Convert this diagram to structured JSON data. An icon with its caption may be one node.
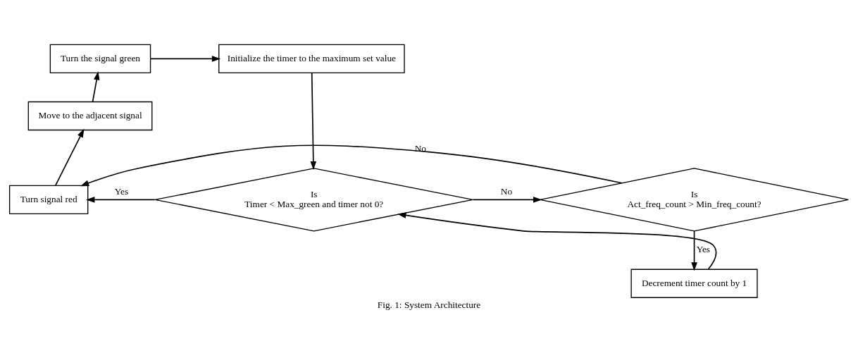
{
  "diagram": {
    "caption": "Fig. 1: System Architecture",
    "nodes": [
      {
        "text": [
          "Turn the signal green"
        ]
      },
      {
        "text": [
          "Initialize the timer to the maximum set value"
        ]
      },
      {
        "text": [
          "Move to the adjacent signal"
        ]
      },
      {
        "text": [
          "Turn signal red"
        ]
      },
      {
        "text": [
          "Is",
          "Timer < Max_green and timer not 0?"
        ]
      },
      {
        "text": [
          "Is",
          "Act_freq_count > Min_freq_count?"
        ]
      },
      {
        "text": [
          "Decrement timer count by 1"
        ]
      }
    ],
    "edges": [
      {
        "from": 0,
        "to": 1,
        "arrow": "to"
      },
      {
        "from": 1,
        "to": 4,
        "arrow": "to"
      },
      {
        "from": 4,
        "to": 3,
        "arrow": "to",
        "label": "Yes"
      },
      {
        "from": 4,
        "to": 5,
        "arrow": "to",
        "label": "No"
      },
      {
        "from": 5,
        "to": 6,
        "arrow": "to",
        "label": "Yes"
      },
      {
        "from": 6,
        "to": 4,
        "arrow": "to"
      },
      {
        "from": 3,
        "to": 2,
        "arrow": "to"
      },
      {
        "from": 2,
        "to": 0,
        "arrow": "to"
      },
      {
        "from": 5,
        "to": 3,
        "arrow": "to",
        "label": "No"
      }
    ]
  }
}
